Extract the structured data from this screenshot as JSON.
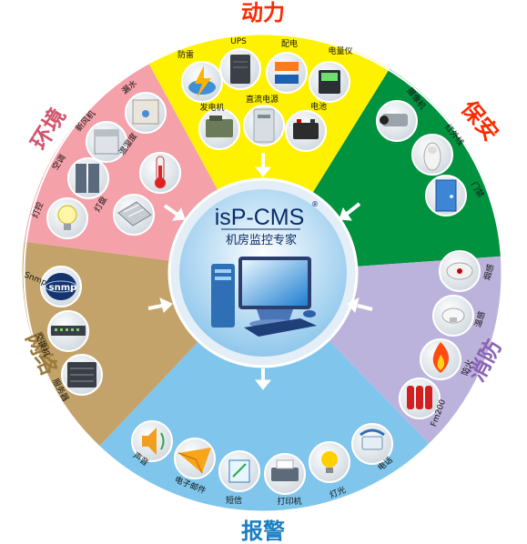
{
  "center": {
    "brand": "isP-CMS",
    "registered": "®",
    "subtitle": "机房监控专家"
  },
  "categories": {
    "power": "动力",
    "security": "保安",
    "fire": "消防",
    "alarm": "报警",
    "network": "网络",
    "environment": "环境"
  },
  "items": {
    "lightning": "防雷",
    "ups": "UPS",
    "distribution": "配电",
    "meter": "电量仪",
    "generator": "发电机",
    "dc_power": "直流电源",
    "battery": "电池",
    "camera": "摄像机",
    "infrared": "红外线",
    "door": "门禁",
    "smoke": "烟感",
    "temp_sensor": "温感",
    "fire_alarm": "防火",
    "fm200": "Fm200",
    "phone": "电话",
    "light_alarm": "灯光",
    "printer": "打印机",
    "sms": "短信",
    "email": "电子邮件",
    "sound": "声音",
    "snmp": "Snmp",
    "snmp_badge": "snmp",
    "switch": "交换机",
    "server": "服务器",
    "leak": "漏水",
    "fresh_air": "新风机",
    "aircon": "空调",
    "humidity": "温湿度",
    "lamp_ctrl": "灯控",
    "light_fix": "灯盘"
  },
  "colors": {
    "power": "#fff200",
    "security": "#00923f",
    "fire": "#bcb3dc",
    "alarm": "#7fc5ec",
    "network": "#c4a36a",
    "environment": "#f4a1aa",
    "ring": "#e3eef7",
    "core": "#b9dcf3",
    "power_text": "#ff2a00",
    "security_text": "#ff2a00",
    "fire_text": "#8a63b5",
    "alarm_text": "#1a7fc1",
    "network_text": "#9b7a3c",
    "environment_text": "#d2536b"
  }
}
